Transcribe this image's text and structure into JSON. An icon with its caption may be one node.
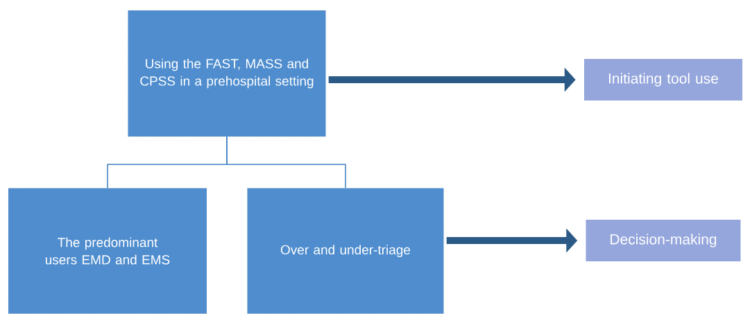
{
  "diagram": {
    "nodes": [
      {
        "text": [
          "Using the FAST, MASS and CPSS in a prehospital setting"
        ]
      },
      {
        "text": [
          "The predominant users EMD and EMS"
        ]
      },
      {
        "text": [
          "Over and under-triage"
        ]
      },
      {
        "text": [
          "Initiating tool use"
        ]
      },
      {
        "text": [
          "Decision-making"
        ]
      }
    ],
    "edges": [
      {
        "from": 0,
        "to": 1,
        "arrow": "none"
      },
      {
        "from": 0,
        "to": 2,
        "arrow": "none"
      },
      {
        "from": 0,
        "to": 3,
        "arrow": "to",
        "style": "thick",
        "color": "#2c5a86"
      },
      {
        "from": 2,
        "to": 4,
        "arrow": "to",
        "style": "thick",
        "color": "#2c5a86"
      }
    ]
  }
}
